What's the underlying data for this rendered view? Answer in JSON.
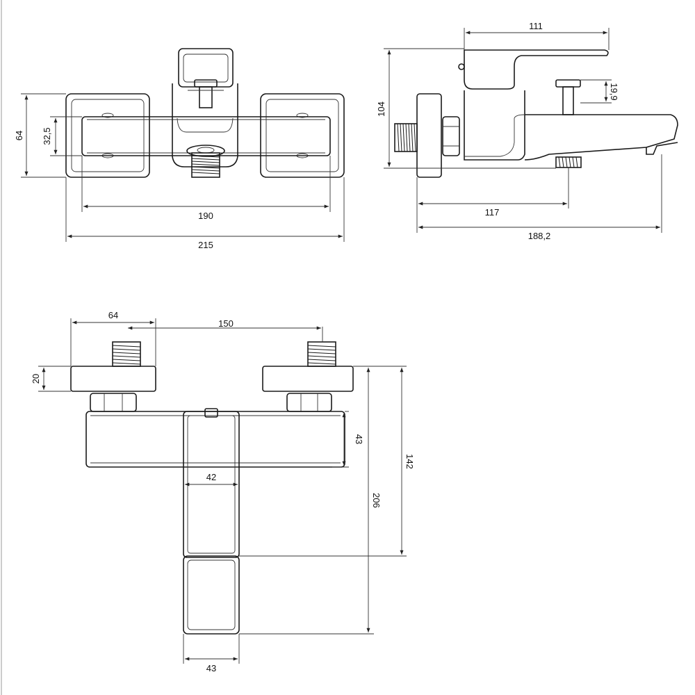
{
  "dimensions": {
    "front": {
      "d64": "64",
      "d32_5": "32,5",
      "d190": "190",
      "d215": "215"
    },
    "side": {
      "d111": "111",
      "d104": "104",
      "d19_9": "19,9",
      "d117": "117",
      "d188_2": "188,2"
    },
    "top": {
      "d64": "64",
      "d150": "150",
      "d20": "20",
      "d43_right": "43",
      "d42": "42",
      "d142": "142",
      "d206": "206",
      "d43_bottom": "43"
    }
  },
  "colors": {
    "line": "#1a1a1a",
    "dimension": "#333333",
    "background": "#ffffff"
  }
}
